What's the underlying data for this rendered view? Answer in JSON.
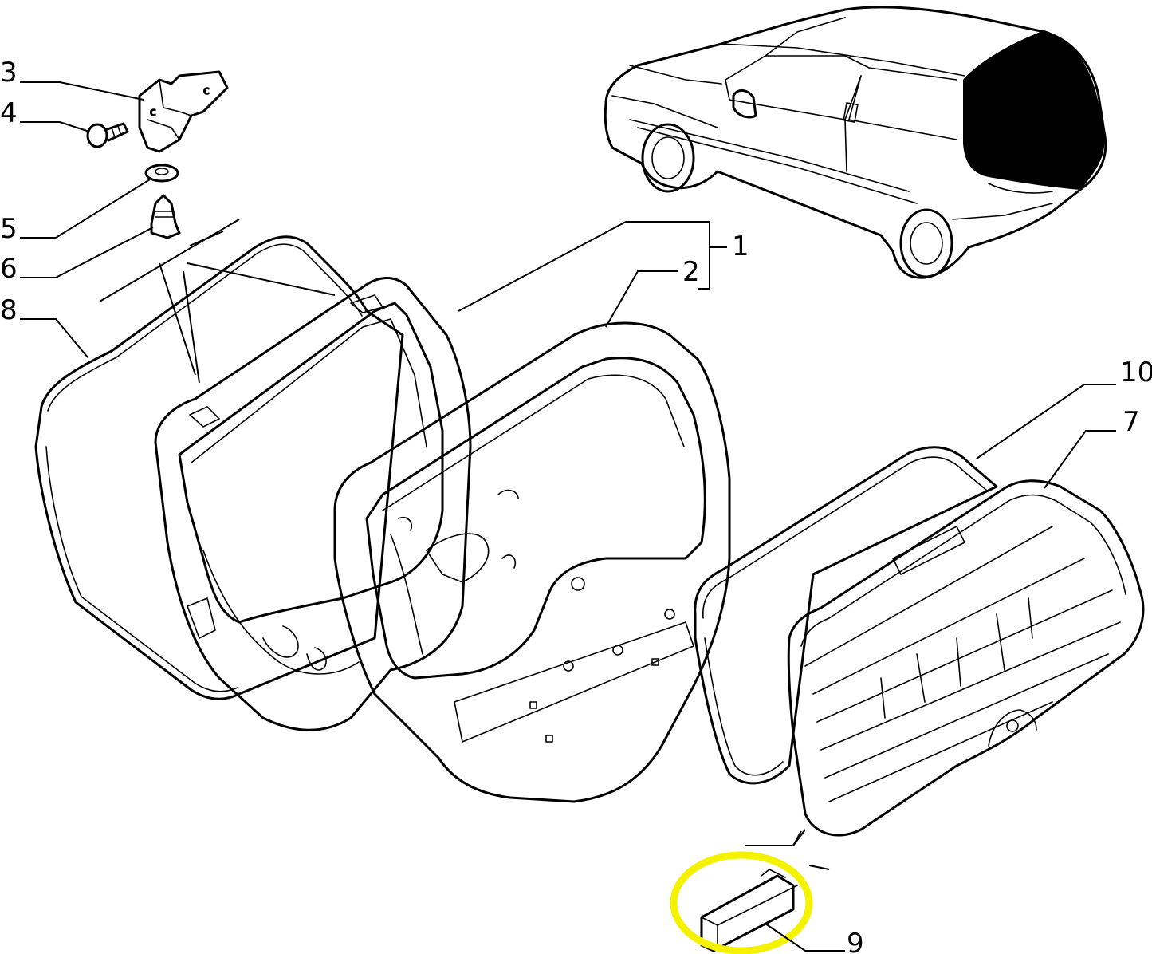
{
  "diagram": {
    "callouts": [
      {
        "id": "c1",
        "label": "1"
      },
      {
        "id": "c2",
        "label": "2"
      },
      {
        "id": "c3",
        "label": "3"
      },
      {
        "id": "c4",
        "label": "4"
      },
      {
        "id": "c5",
        "label": "5"
      },
      {
        "id": "c6",
        "label": "6"
      },
      {
        "id": "c7",
        "label": "7"
      },
      {
        "id": "c8",
        "label": "8"
      },
      {
        "id": "c9",
        "label": "9"
      },
      {
        "id": "c10",
        "label": "10"
      }
    ],
    "highlight_color": "#f5f200",
    "line_color": "#000000",
    "glass_fill": "#000000"
  }
}
